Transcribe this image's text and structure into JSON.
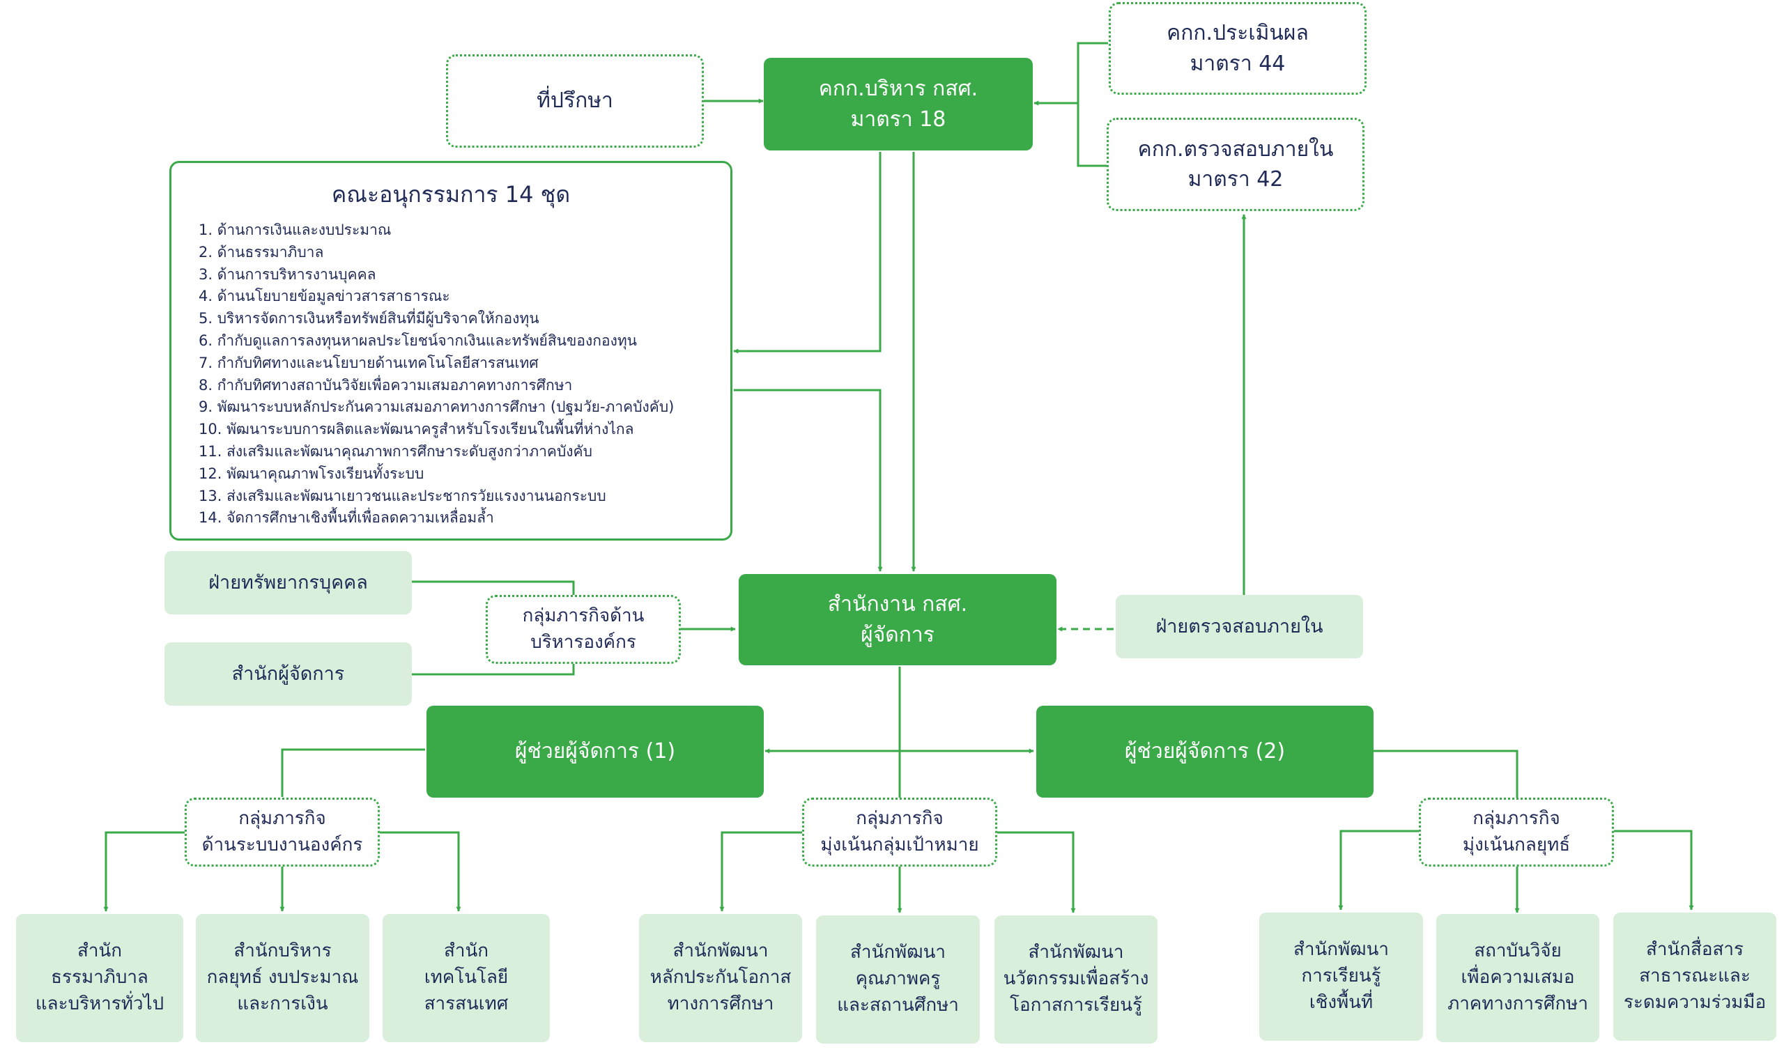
{
  "boxes": {
    "advisor": "ที่ปรึกษา",
    "board": [
      "คกก.บริหาร กสศ.",
      "มาตรา 18"
    ],
    "eval_committee": [
      "คกก.ประเมินผล",
      "มาตรา 44"
    ],
    "audit_committee": [
      "คกก.ตรวจสอบภายใน",
      "มาตรา 42"
    ],
    "office": [
      "สำนักงาน กสศ.",
      "ผู้จัดการ"
    ],
    "hr": "ฝ่ายทรัพยากรบุคคล",
    "manager_office": "สำนักผู้จัดการ",
    "org_admin_group": [
      "กลุ่มภารกิจด้าน",
      "บริหารองค์กร"
    ],
    "internal_audit": "ฝ่ายตรวจสอบภายใน",
    "asst1": "ผู้ช่วยผู้จัดการ (1)",
    "asst2": "ผู้ช่วยผู้จัดการ (2)",
    "group_org_system": [
      "กลุ่มภารกิจ",
      "ด้านระบบงานองค์กร"
    ],
    "group_target": [
      "กลุ่มภารกิจ",
      "มุ่งเน้นกลุ่มเป้าหมาย"
    ],
    "group_strategy": [
      "กลุ่มภารกิจ",
      "มุ่งเน้นกลยุทธ์"
    ]
  },
  "committee": {
    "title": "คณะอนุกรรมการ 14 ชุด",
    "items": [
      "1. ด้านการเงินและงบประมาณ",
      "2. ด้านธรรมาภิบาล",
      "3. ด้านการบริหารงานบุคคล",
      "4. ด้านนโยบายข้อมูลข่าวสารสาธารณะ",
      "5. บริหารจัดการเงินหรือทรัพย์สินที่มีผู้บริจาคให้กองทุน",
      "6. กำกับดูแลการลงทุนหาผลประโยชน์จากเงินและทรัพย์สินของกองทุน",
      "7. กำกับทิศทางและนโยบายด้านเทคโนโลยีสารสนเทศ",
      "8. กำกับทิศทางสถาบันวิจัยเพื่อความเสมอภาคทางการศึกษา",
      "9. พัฒนาระบบหลักประกันความเสมอภาคทางการศึกษา (ปฐมวัย-ภาคบังคับ)",
      "10. พัฒนาระบบการผลิตและพัฒนาครูสำหรับโรงเรียนในพื้นที่ห่างไกล",
      "11. ส่งเสริมและพัฒนาคุณภาพการศึกษาระดับสูงกว่าภาคบังคับ",
      "12. พัฒนาคุณภาพโรงเรียนทั้งระบบ",
      "13. ส่งเสริมและพัฒนาเยาวชนและประชากรวัยแรงงานนอกระบบ",
      "14. จัดการศึกษาเชิงพื้นที่เพื่อลดความเหลื่อมล้ำ"
    ]
  },
  "units": {
    "governance": [
      "สำนัก",
      "ธรรมาภิบาล",
      "และบริหารทั่วไป"
    ],
    "strategy_budget": [
      "สำนักบริหาร",
      "กลยุทธ์ งบประมาณ",
      "และการเงิน"
    ],
    "it": [
      "สำนัก",
      "เทคโนโลยี",
      "สารสนเทศ"
    ],
    "opportunity": [
      "สำนักพัฒนา",
      "หลักประกันโอกาส",
      "ทางการศึกษา"
    ],
    "teacher_quality": [
      "สำนักพัฒนา",
      "คุณภาพครู",
      "และสถานศึกษา"
    ],
    "innovation": [
      "สำนักพัฒนา",
      "นวัตกรรมเพื่อสร้าง",
      "โอกาสการเรียนรู้"
    ],
    "area_learning": [
      "สำนักพัฒนา",
      "การเรียนรู้",
      "เชิงพื้นที่"
    ],
    "research": [
      "สถาบันวิจัย",
      "เพื่อความเสมอ",
      "ภาคทางการศึกษา"
    ],
    "communication": [
      "สำนักสื่อสาร",
      "สาธารณะและ",
      "ระดมความร่วมมือ"
    ]
  },
  "colors": {
    "primary_green": "#3aaa49",
    "light_green": "#d9efdc",
    "text_navy": "#1f2a56"
  }
}
